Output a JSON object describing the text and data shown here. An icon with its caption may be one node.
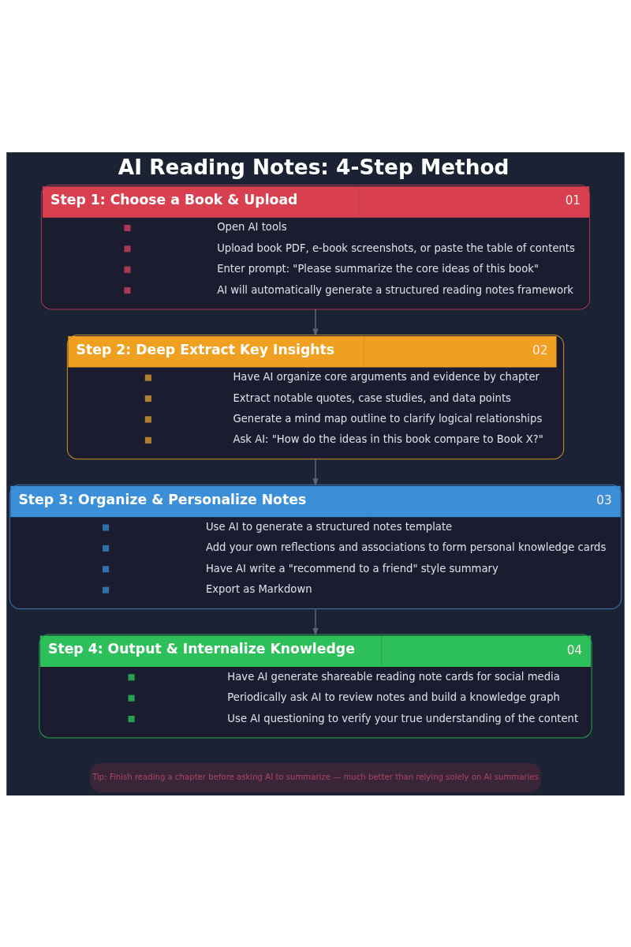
{
  "diagram": {
    "title": "AI Reading Notes: 4-Step Method",
    "nodes": [
      {
        "text": [
          "Step 1: Choose a Book & Upload",
          "01",
          "Open AI tools",
          "Upload book PDF, e-book screenshots, or paste the table of contents",
          "Enter prompt: \"Please summarize the core ideas of this book\"",
          "AI will automatically generate a structured reading notes framework"
        ]
      },
      {
        "text": [
          "Step 2: Deep Extract Key Insights",
          "02",
          "Have AI organize core arguments and evidence by chapter",
          "Extract notable quotes, case studies, and data points",
          "Generate a mind map outline to clarify logical relationships",
          "Ask AI: \"How do the ideas in this book compare to Book X?\""
        ]
      },
      {
        "text": [
          "Step 3: Organize & Personalize Notes",
          "03",
          "Use AI to generate a structured notes template",
          "Add your own reflections and associations to form personal knowledge cards",
          "Have AI write a \"recommend to a friend\" style summary",
          "Export as Markdown"
        ]
      },
      {
        "text": [
          "Step 4: Output & Internalize Knowledge",
          "04",
          "Have AI generate shareable reading note cards for social media",
          "Periodically ask AI to review notes and build a knowledge graph",
          "Use AI questioning to verify your true understanding of the content"
        ]
      }
    ],
    "edges": [
      {
        "from": 0,
        "to": 1,
        "arrow": "to"
      },
      {
        "from": 1,
        "to": 2,
        "arrow": "to"
      },
      {
        "from": 2,
        "to": 3,
        "arrow": "to"
      }
    ],
    "labels": [
      "Tip: Finish reading a chapter before asking AI to summarize — much better than relying solely on AI summaries"
    ]
  }
}
